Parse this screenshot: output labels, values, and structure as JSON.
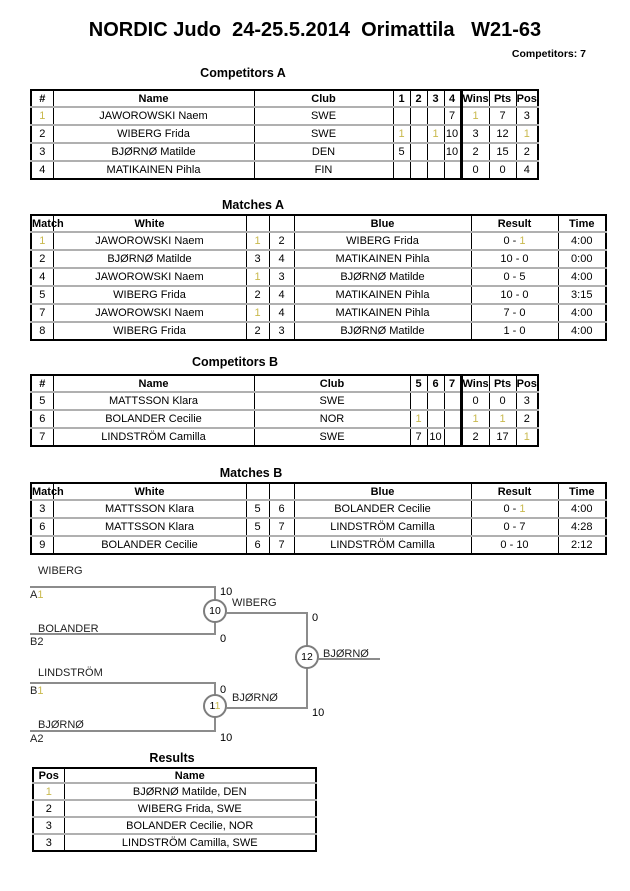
{
  "page": {
    "title": "NORDIC Judo  24-25.5.2014  Orimattila   W21-63",
    "competitors_count": "Competitors: 7"
  },
  "sections": {
    "competitors_a": "Competitors A",
    "matches_a": "Matches A",
    "competitors_b": "Competitors B",
    "matches_b": "Matches B",
    "results": "Results"
  },
  "colors": {
    "highlight_yellow": "#c9b94d",
    "bracket_line_gray": "#8c8c8c"
  },
  "competitors_headers": {
    "num": "#",
    "name": "Name",
    "club": "Club",
    "wins": "Wins",
    "pts": "Pts",
    "pos": "Pos"
  },
  "matches_headers": {
    "match": "Match",
    "white": "White",
    "blue": "Blue",
    "result": "Result",
    "time": "Time"
  },
  "competitors_a": {
    "round_cols": [
      "1",
      "2",
      "3",
      "4"
    ],
    "rows": [
      {
        "num": "1",
        "num_hl": true,
        "name": "JAWOROWSKI Naem",
        "club": "SWE",
        "r1": "",
        "r2": "",
        "r3": "",
        "r4": "7",
        "wins": "1",
        "wins_hl": true,
        "pts": "7",
        "pos": "3"
      },
      {
        "num": "2",
        "name": "WIBERG Frida",
        "club": "SWE",
        "r1": "1",
        "r1_hl": true,
        "r2": "",
        "r3": "1",
        "r3_hl": true,
        "r4": "10",
        "wins": "3",
        "pts": "12",
        "pos": "1",
        "pos_hl": true
      },
      {
        "num": "3",
        "name": "BJØRNØ Matilde",
        "club": "DEN",
        "r1": "5",
        "r2": "",
        "r3": "",
        "r4": "10",
        "wins": "2",
        "pts": "15",
        "pos": "2"
      },
      {
        "num": "4",
        "name": "MATIKAINEN Pihla",
        "club": "FIN",
        "r1": "",
        "r2": "",
        "r3": "",
        "r4": "",
        "wins": "0",
        "pts": "0",
        "pos": "4"
      }
    ]
  },
  "matches_a": {
    "rows": [
      {
        "match": "1",
        "match_hl": true,
        "white": "JAWOROWSKI Naem",
        "wn": "1",
        "wn_hl": true,
        "bn": "2",
        "blue": "WIBERG Frida",
        "result": "0 - ",
        "result_hl": "1",
        "time": "4:00"
      },
      {
        "match": "2",
        "white": "BJØRNØ Matilde",
        "wn": "3",
        "bn": "4",
        "blue": "MATIKAINEN Pihla",
        "result": "10 - 0",
        "result_hl": "",
        "time": "0:00"
      },
      {
        "match": "4",
        "white": "JAWOROWSKI Naem",
        "wn": "1",
        "wn_hl": true,
        "bn": "3",
        "blue": "BJØRNØ Matilde",
        "result": "0 - 5",
        "result_hl": "",
        "time": "4:00"
      },
      {
        "match": "5",
        "white": "WIBERG Frida",
        "wn": "2",
        "bn": "4",
        "blue": "MATIKAINEN Pihla",
        "result": "10 - 0",
        "result_hl": "",
        "time": "3:15"
      },
      {
        "match": "7",
        "white": "JAWOROWSKI Naem",
        "wn": "1",
        "wn_hl": true,
        "bn": "4",
        "blue": "MATIKAINEN Pihla",
        "result": "7 - 0",
        "result_hl": "",
        "time": "4:00"
      },
      {
        "match": "8",
        "white": "WIBERG Frida",
        "wn": "2",
        "bn": "3",
        "blue": "BJØRNØ Matilde",
        "result": "1 - 0",
        "result_hl": "",
        "time": "4:00"
      }
    ]
  },
  "competitors_b": {
    "round_cols": [
      "5",
      "6",
      "7"
    ],
    "rows": [
      {
        "num": "5",
        "name": "MATTSSON Klara",
        "club": "SWE",
        "r1": "",
        "r2": "",
        "r3": "",
        "wins": "0",
        "pts": "0",
        "pos": "3"
      },
      {
        "num": "6",
        "name": "BOLANDER Cecilie",
        "club": "NOR",
        "r1": "1",
        "r1_hl": true,
        "r2": "",
        "r3": "",
        "wins": "1",
        "wins_hl": true,
        "pts": "1",
        "pts_hl": true,
        "pos": "2"
      },
      {
        "num": "7",
        "name": "LINDSTRÖM Camilla",
        "club": "SWE",
        "r1": "7",
        "r2": "10",
        "r3": "",
        "wins": "2",
        "pts": "17",
        "pos": "1",
        "pos_hl": true
      }
    ]
  },
  "matches_b": {
    "rows": [
      {
        "match": "3",
        "white": "MATTSSON Klara",
        "wn": "5",
        "bn": "6",
        "blue": "BOLANDER Cecilie",
        "result": "0 - ",
        "result_hl": "1",
        "time": "4:00"
      },
      {
        "match": "6",
        "white": "MATTSSON Klara",
        "wn": "5",
        "bn": "7",
        "blue": "LINDSTRÖM Camilla",
        "result": "0 - 7",
        "result_hl": "",
        "time": "4:28"
      },
      {
        "match": "9",
        "white": "BOLANDER Cecilie",
        "wn": "6",
        "bn": "7",
        "blue": "LINDSTRÖM Camilla",
        "result": "0 - 10",
        "result_hl": "",
        "time": "2:12"
      }
    ]
  },
  "bracket": {
    "semi1": {
      "p1": "WIBERG",
      "tag1": "A",
      "tag1_hl": "1",
      "score1": "10",
      "p2": "BOLANDER",
      "tag2": "B2",
      "tag2_hl": "",
      "score2": "0",
      "match_no": "10",
      "match_no_hl": "",
      "winner": "WIBERG",
      "winner_score": "0"
    },
    "semi2": {
      "p1": "LINDSTRÖM",
      "tag1": "B",
      "tag1_hl": "1",
      "score1": "0",
      "p2": "BJØRNØ",
      "tag2": "A2",
      "tag2_hl": "",
      "score2": "10",
      "match_no": "1",
      "match_no_hl": "1",
      "winner": "BJØRNØ",
      "winner_score": "10"
    },
    "final": {
      "match_no": "12",
      "match_no_hl": "",
      "winner": "BJØRNØ"
    }
  },
  "results": {
    "headers": {
      "pos": "Pos",
      "name": "Name"
    },
    "rows": [
      {
        "pos": "1",
        "pos_hl": true,
        "name": "BJØRNØ Matilde, DEN"
      },
      {
        "pos": "2",
        "name": "WIBERG Frida, SWE"
      },
      {
        "pos": "3",
        "name": "BOLANDER Cecilie, NOR"
      },
      {
        "pos": "3",
        "name": "LINDSTRÖM Camilla, SWE"
      }
    ]
  }
}
